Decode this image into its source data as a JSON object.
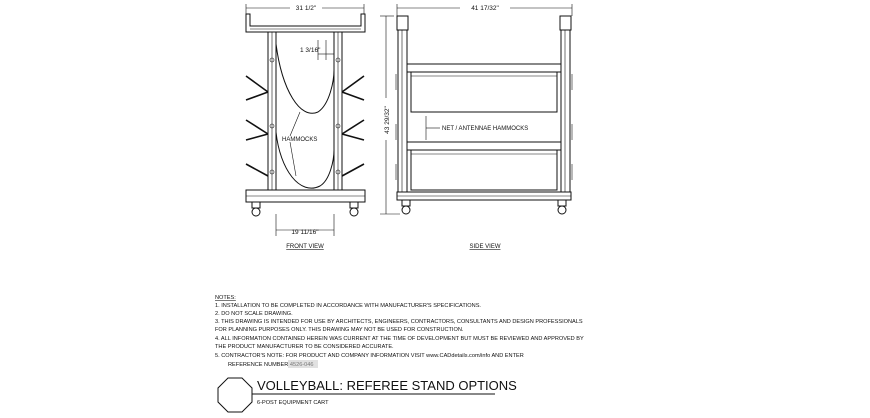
{
  "front_view": {
    "width_dim": "31 1/2\"",
    "hammock_dim": "1 3/16\"",
    "base_dim": "19 11/16\"",
    "hammocks_label": "HAMMOCKS",
    "caption": "FRONT VIEW"
  },
  "side_view": {
    "width_dim": "41 17/32\"",
    "height_dim": "43 29/32\"",
    "net_label": "NET / ANTENNAE HAMMOCKS",
    "caption": "SIDE VIEW"
  },
  "notes": {
    "heading": "NOTES:",
    "lines": [
      "1.   INSTALLATION TO BE COMPLETED IN ACCORDANCE WITH MANUFACTURER'S SPECIFICATIONS.",
      "2.   DO NOT SCALE DRAWING.",
      "3.   THIS DRAWING IS INTENDED FOR USE BY ARCHITECTS, ENGINEERS, CONTRACTORS, CONSULTANTS AND DESIGN PROFESSIONALS",
      "       FOR PLANNING PURPOSES ONLY.  THIS DRAWING MAY NOT BE USED FOR CONSTRUCTION.",
      "4.   ALL INFORMATION CONTAINED HEREIN WAS CURRENT AT THE TIME OF DEVELOPMENT BUT MUST BE REVIEWED AND APPROVED BY",
      "       THE PRODUCT MANUFACTURER TO BE CONSIDERED ACCURATE.",
      "5.   CONTRACTOR'S NOTE: FOR PRODUCT AND COMPANY INFORMATION VISIT www.CADdetails.com/info AND ENTER"
    ],
    "reference_prefix": "REFERENCE NUMBER ",
    "reference_number": "4526-046"
  },
  "title_block": {
    "title": "VOLLEYBALL: REFEREE STAND OPTIONS",
    "subtitle": "6-POST EQUIPMENT CART"
  }
}
